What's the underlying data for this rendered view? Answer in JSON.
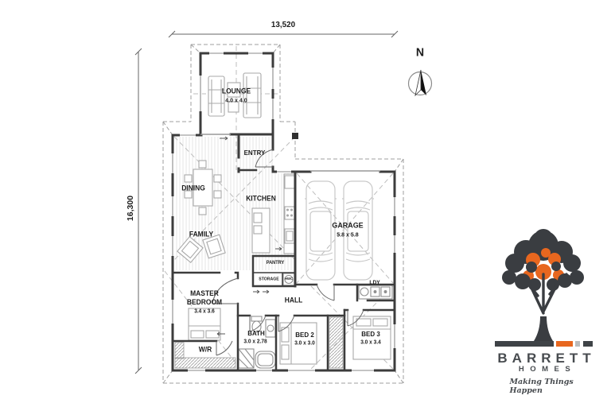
{
  "plan": {
    "width_dim": "13,520",
    "height_dim": "16,300",
    "north_label": "N",
    "rooms": {
      "lounge": {
        "name": "LOUNGE",
        "size": "4.0 x 4.0"
      },
      "entry": {
        "name": "ENTRY"
      },
      "dining": {
        "name": "DINING"
      },
      "kitchen": {
        "name": "KITCHEN"
      },
      "garage": {
        "name": "GARAGE",
        "size": "5.8 x 5.8"
      },
      "family": {
        "name": "FAMILY"
      },
      "pantry": {
        "name": "PANTRY"
      },
      "storage": {
        "name": "STORAGE"
      },
      "hwc": {
        "name": "HWC"
      },
      "hall": {
        "name": "HALL"
      },
      "ldy": {
        "name": "LDY"
      },
      "master": {
        "name": "MASTER BEDROOM",
        "size": "3.4 x 3.6"
      },
      "wr": {
        "name": "W/R"
      },
      "bath": {
        "name": "BATH",
        "size": "3.0 x 2.78"
      },
      "bed2": {
        "name": "BED 2",
        "size": "3.0 x 3.0"
      },
      "bed3": {
        "name": "BED 3",
        "size": "3.0 x 3.4"
      }
    }
  },
  "logo": {
    "brand": "BARRETT",
    "word2": "HOMES",
    "tagline": "Making Things Happen",
    "colors": {
      "charcoal": "#3a3d41",
      "orange": "#e8671f",
      "silver": "#b9bcbe"
    }
  }
}
